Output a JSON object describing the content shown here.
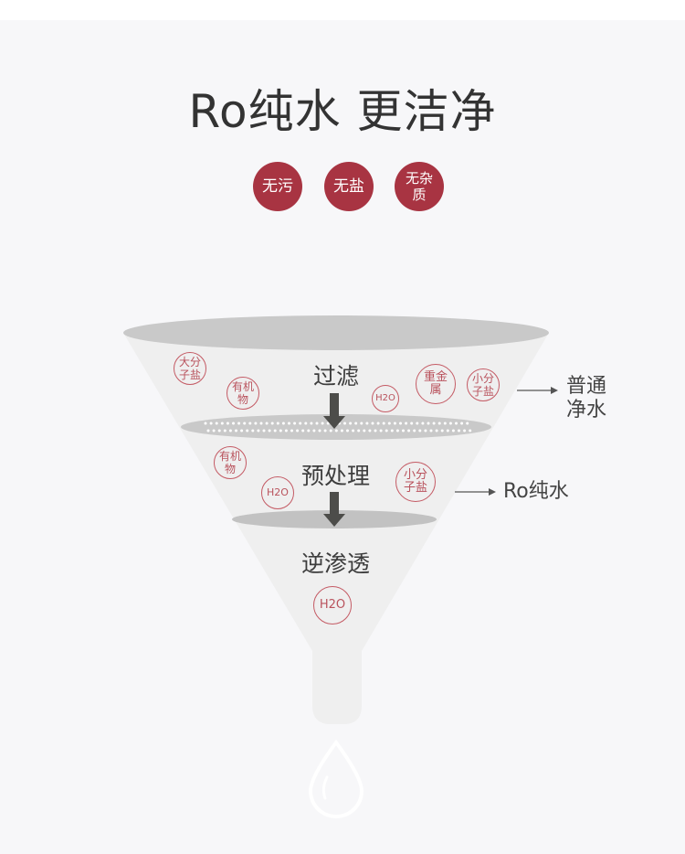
{
  "title": "Ro纯水 更洁净",
  "badges": [
    {
      "label": "无污"
    },
    {
      "label": "无盐"
    },
    {
      "label": "无杂质"
    }
  ],
  "stages": {
    "filter": "过滤",
    "pretreat": "预处理",
    "ro": "逆渗透"
  },
  "particles": {
    "large_salt": "大分子盐",
    "organic1": "有机物",
    "h2o1": "H2O",
    "heavy_metal": "重金属",
    "small_salt1": "小分子盐",
    "organic2": "有机物",
    "h2o2": "H2O",
    "small_salt2": "小分子盐",
    "h2o3": "H2O"
  },
  "outputs": {
    "normal": "普通净水",
    "ro": "Ro纯水"
  },
  "colors": {
    "accent": "#a83442",
    "funnel": "#efefef",
    "disk": "#c9c9c9"
  }
}
